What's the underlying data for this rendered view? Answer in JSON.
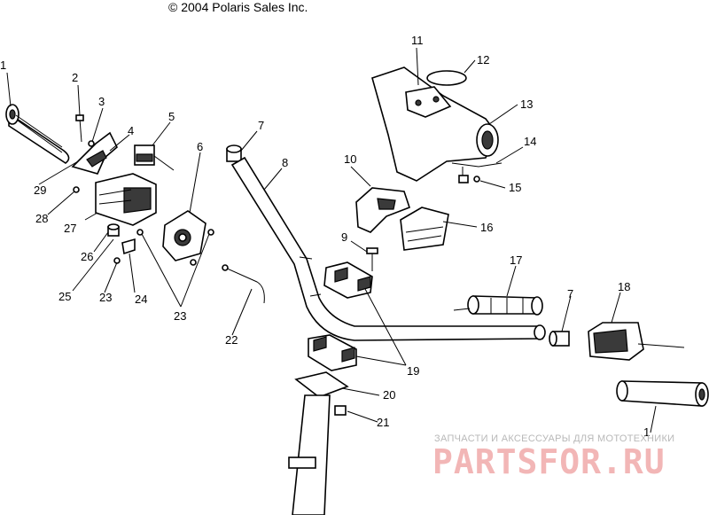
{
  "copyright": "© 2004 Polaris Sales Inc.",
  "callouts": [
    "1",
    "2",
    "3",
    "4",
    "5",
    "6",
    "7",
    "8",
    "9",
    "10",
    "11",
    "12",
    "13",
    "14",
    "15",
    "16",
    "17",
    "18",
    "19",
    "20",
    "21",
    "22",
    "23",
    "24",
    "25",
    "26",
    "27",
    "28",
    "29",
    "23",
    "23",
    "7",
    "1"
  ],
  "watermark": {
    "tagline": "ЗАПЧАСТИ И АКСЕССУАРЫ ДЛЯ МОТОТЕХНИКИ",
    "brand": "PARTSFOR.RU"
  }
}
